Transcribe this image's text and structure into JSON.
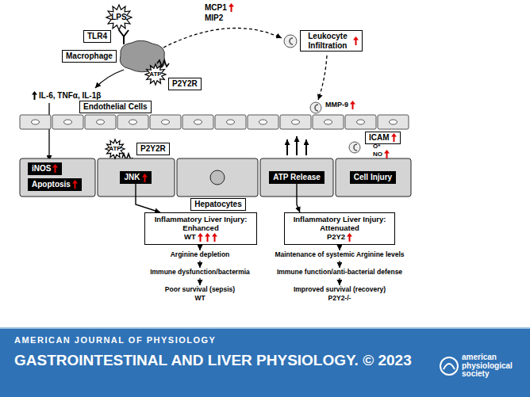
{
  "diagram": {
    "nodes": [
      {
        "text": [
          "TLR4"
        ]
      },
      {
        "text": [
          "Macrophage"
        ]
      },
      {
        "text": [
          "P2Y2R"
        ]
      },
      {
        "text": [
          "Leukocyte Infiltration"
        ]
      },
      {
        "text": [
          "Endothelial Cells"
        ]
      },
      {
        "text": [
          "ICAM"
        ]
      },
      {
        "text": [
          "iNOS"
        ]
      },
      {
        "text": [
          "Apoptosis"
        ]
      },
      {
        "text": [
          "JNK"
        ]
      },
      {
        "text": [
          "P2Y2R"
        ]
      },
      {
        "text": [
          "ATP Release"
        ]
      },
      {
        "text": [
          "Cell Injury"
        ]
      },
      {
        "text": [
          "Hepatocytes"
        ]
      },
      {
        "text": [
          "Inflammatory Liver Injury: Enhanced",
          "WT"
        ]
      },
      {
        "text": [
          "Inflammatory Liver Injury: Attenuated",
          "P2Y2"
        ]
      }
    ],
    "edges": [
      {
        "from": 8,
        "to": 13,
        "arrow": "to"
      },
      {
        "from": 10,
        "to": 14,
        "arrow": "to"
      }
    ],
    "labels": [
      "LPS",
      "MCP1",
      "MIP2",
      "ATP",
      "IL-6, TNFα, IL-1β",
      "MMP-9",
      "O*",
      "NO",
      "ATP",
      "Arginine depletion",
      "Immune dysfunction/bactermia",
      "Poor survival (sepsis)",
      "WT",
      "Maintenance of systemic Arginine levels",
      "Immune function/anti-bacterial defense",
      "Improved survival (recovery)",
      "P2Y2-/-",
      "AMERICAN JOURNAL OF PHYSIOLOGY",
      "GASTROINTESTINAL AND LIVER PHYSIOLOGY. © 2023",
      "american physiological society"
    ]
  }
}
